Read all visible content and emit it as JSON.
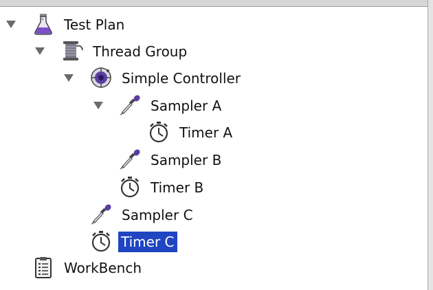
{
  "tree": {
    "nodes": [
      {
        "label": "Test Plan",
        "icon": "flask-icon",
        "expanded": true
      },
      {
        "label": "Thread Group",
        "icon": "spool-icon",
        "expanded": true
      },
      {
        "label": "Simple Controller",
        "icon": "controller-icon",
        "expanded": true
      },
      {
        "label": "Sampler A",
        "icon": "pipette-icon",
        "expanded": true
      },
      {
        "label": "Timer A",
        "icon": "stopwatch-icon"
      },
      {
        "label": "Sampler B",
        "icon": "pipette-icon"
      },
      {
        "label": "Timer B",
        "icon": "stopwatch-icon"
      },
      {
        "label": "Sampler C",
        "icon": "pipette-icon"
      },
      {
        "label": "Timer C",
        "icon": "stopwatch-icon",
        "selected": true
      },
      {
        "label": "WorkBench",
        "icon": "clipboard-icon"
      }
    ]
  },
  "colors": {
    "selection": "#1f45c2",
    "icon_purple": "#5a3fa0",
    "toggle": "#6b6b6b"
  }
}
